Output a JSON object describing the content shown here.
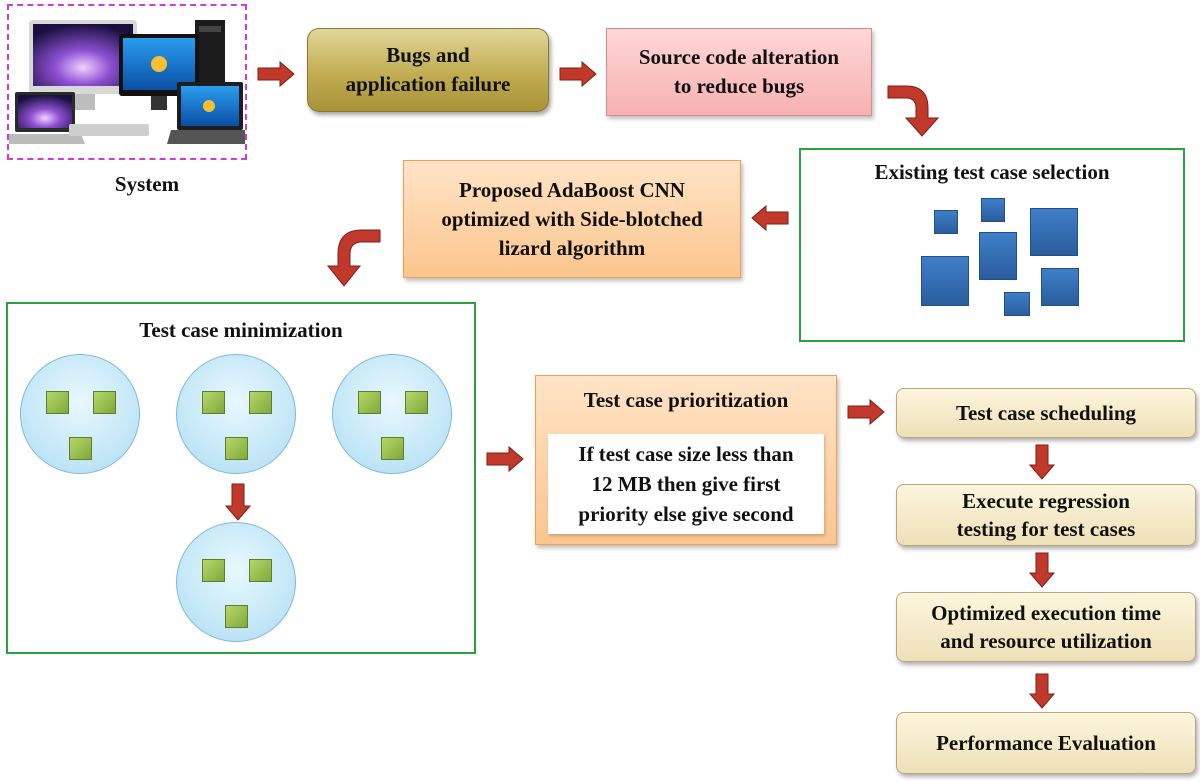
{
  "system": {
    "label": "System"
  },
  "bugs_box": {
    "line1": "Bugs and",
    "line2": "application failure"
  },
  "source_box": {
    "line1": "Source code alteration",
    "line2": "to reduce bugs"
  },
  "existing_box": {
    "title": "Existing test case selection"
  },
  "proposed_box": {
    "line1": "Proposed AdaBoost CNN",
    "line2": "optimized with Side-blotched",
    "line3": "lizard algorithm"
  },
  "minimization_box": {
    "title": "Test case minimization"
  },
  "prioritization_box": {
    "title": "Test case prioritization",
    "line1": "If test case size less than",
    "line2": "12 MB then give first",
    "line3": "priority else give second"
  },
  "scheduling_box": {
    "label": "Test case scheduling"
  },
  "regression_box": {
    "line1": "Execute regression",
    "line2": "testing for test cases"
  },
  "optimized_box": {
    "line1": "Optimized execution time",
    "line2": "and resource utilization"
  },
  "performance_box": {
    "label": "Performance Evaluation"
  },
  "colors": {
    "frame_green": "#27a341",
    "arrow_red": "#c0392b",
    "system_border": "#d63ad6",
    "square_blue": "#2f6db5",
    "square_green": "#8cb446"
  }
}
